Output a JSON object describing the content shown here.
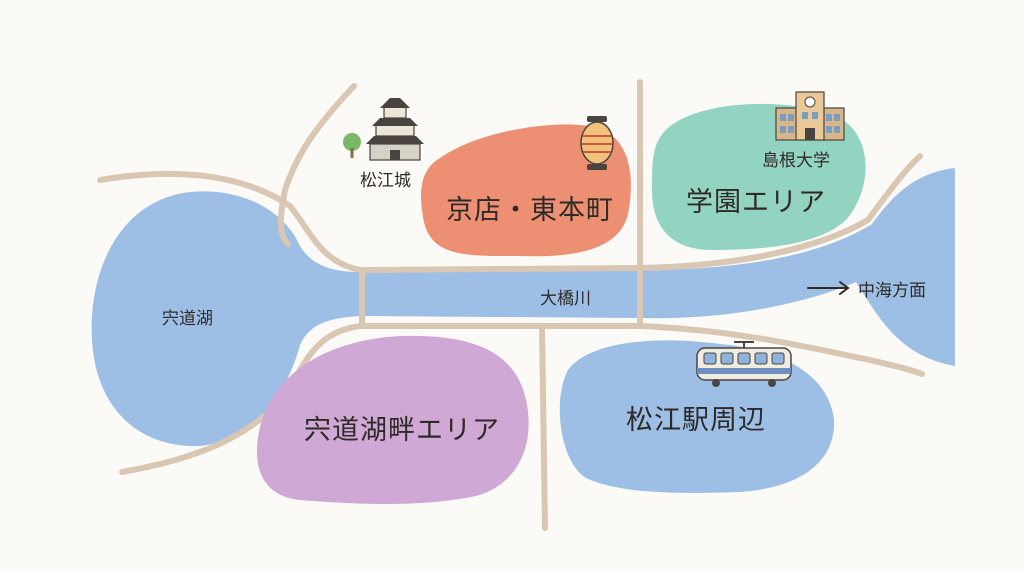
{
  "map": {
    "areas": [
      {
        "id": "kyomise",
        "label": "京店・東本町",
        "color": "#ec8f73"
      },
      {
        "id": "gakuen",
        "label": "学園エリア",
        "color": "#92d3c2"
      },
      {
        "id": "lakeside",
        "label": "宍道湖畔エリア",
        "color": "#cfa8d6"
      },
      {
        "id": "station",
        "label": "松江駅周辺",
        "color": "#9dbfe6"
      }
    ],
    "water": {
      "lake_label": "宍道湖",
      "river_label": "大橋川",
      "direction_label": "中海方面",
      "color": "#9dbfe6"
    },
    "landmarks": {
      "castle": {
        "label": "松江城",
        "icon": "castle-icon"
      },
      "university": {
        "label": "島根大学",
        "icon": "university-icon"
      },
      "lantern": {
        "icon": "lantern-icon"
      },
      "train": {
        "icon": "train-icon"
      }
    },
    "road_color": "#d9c7b3"
  }
}
